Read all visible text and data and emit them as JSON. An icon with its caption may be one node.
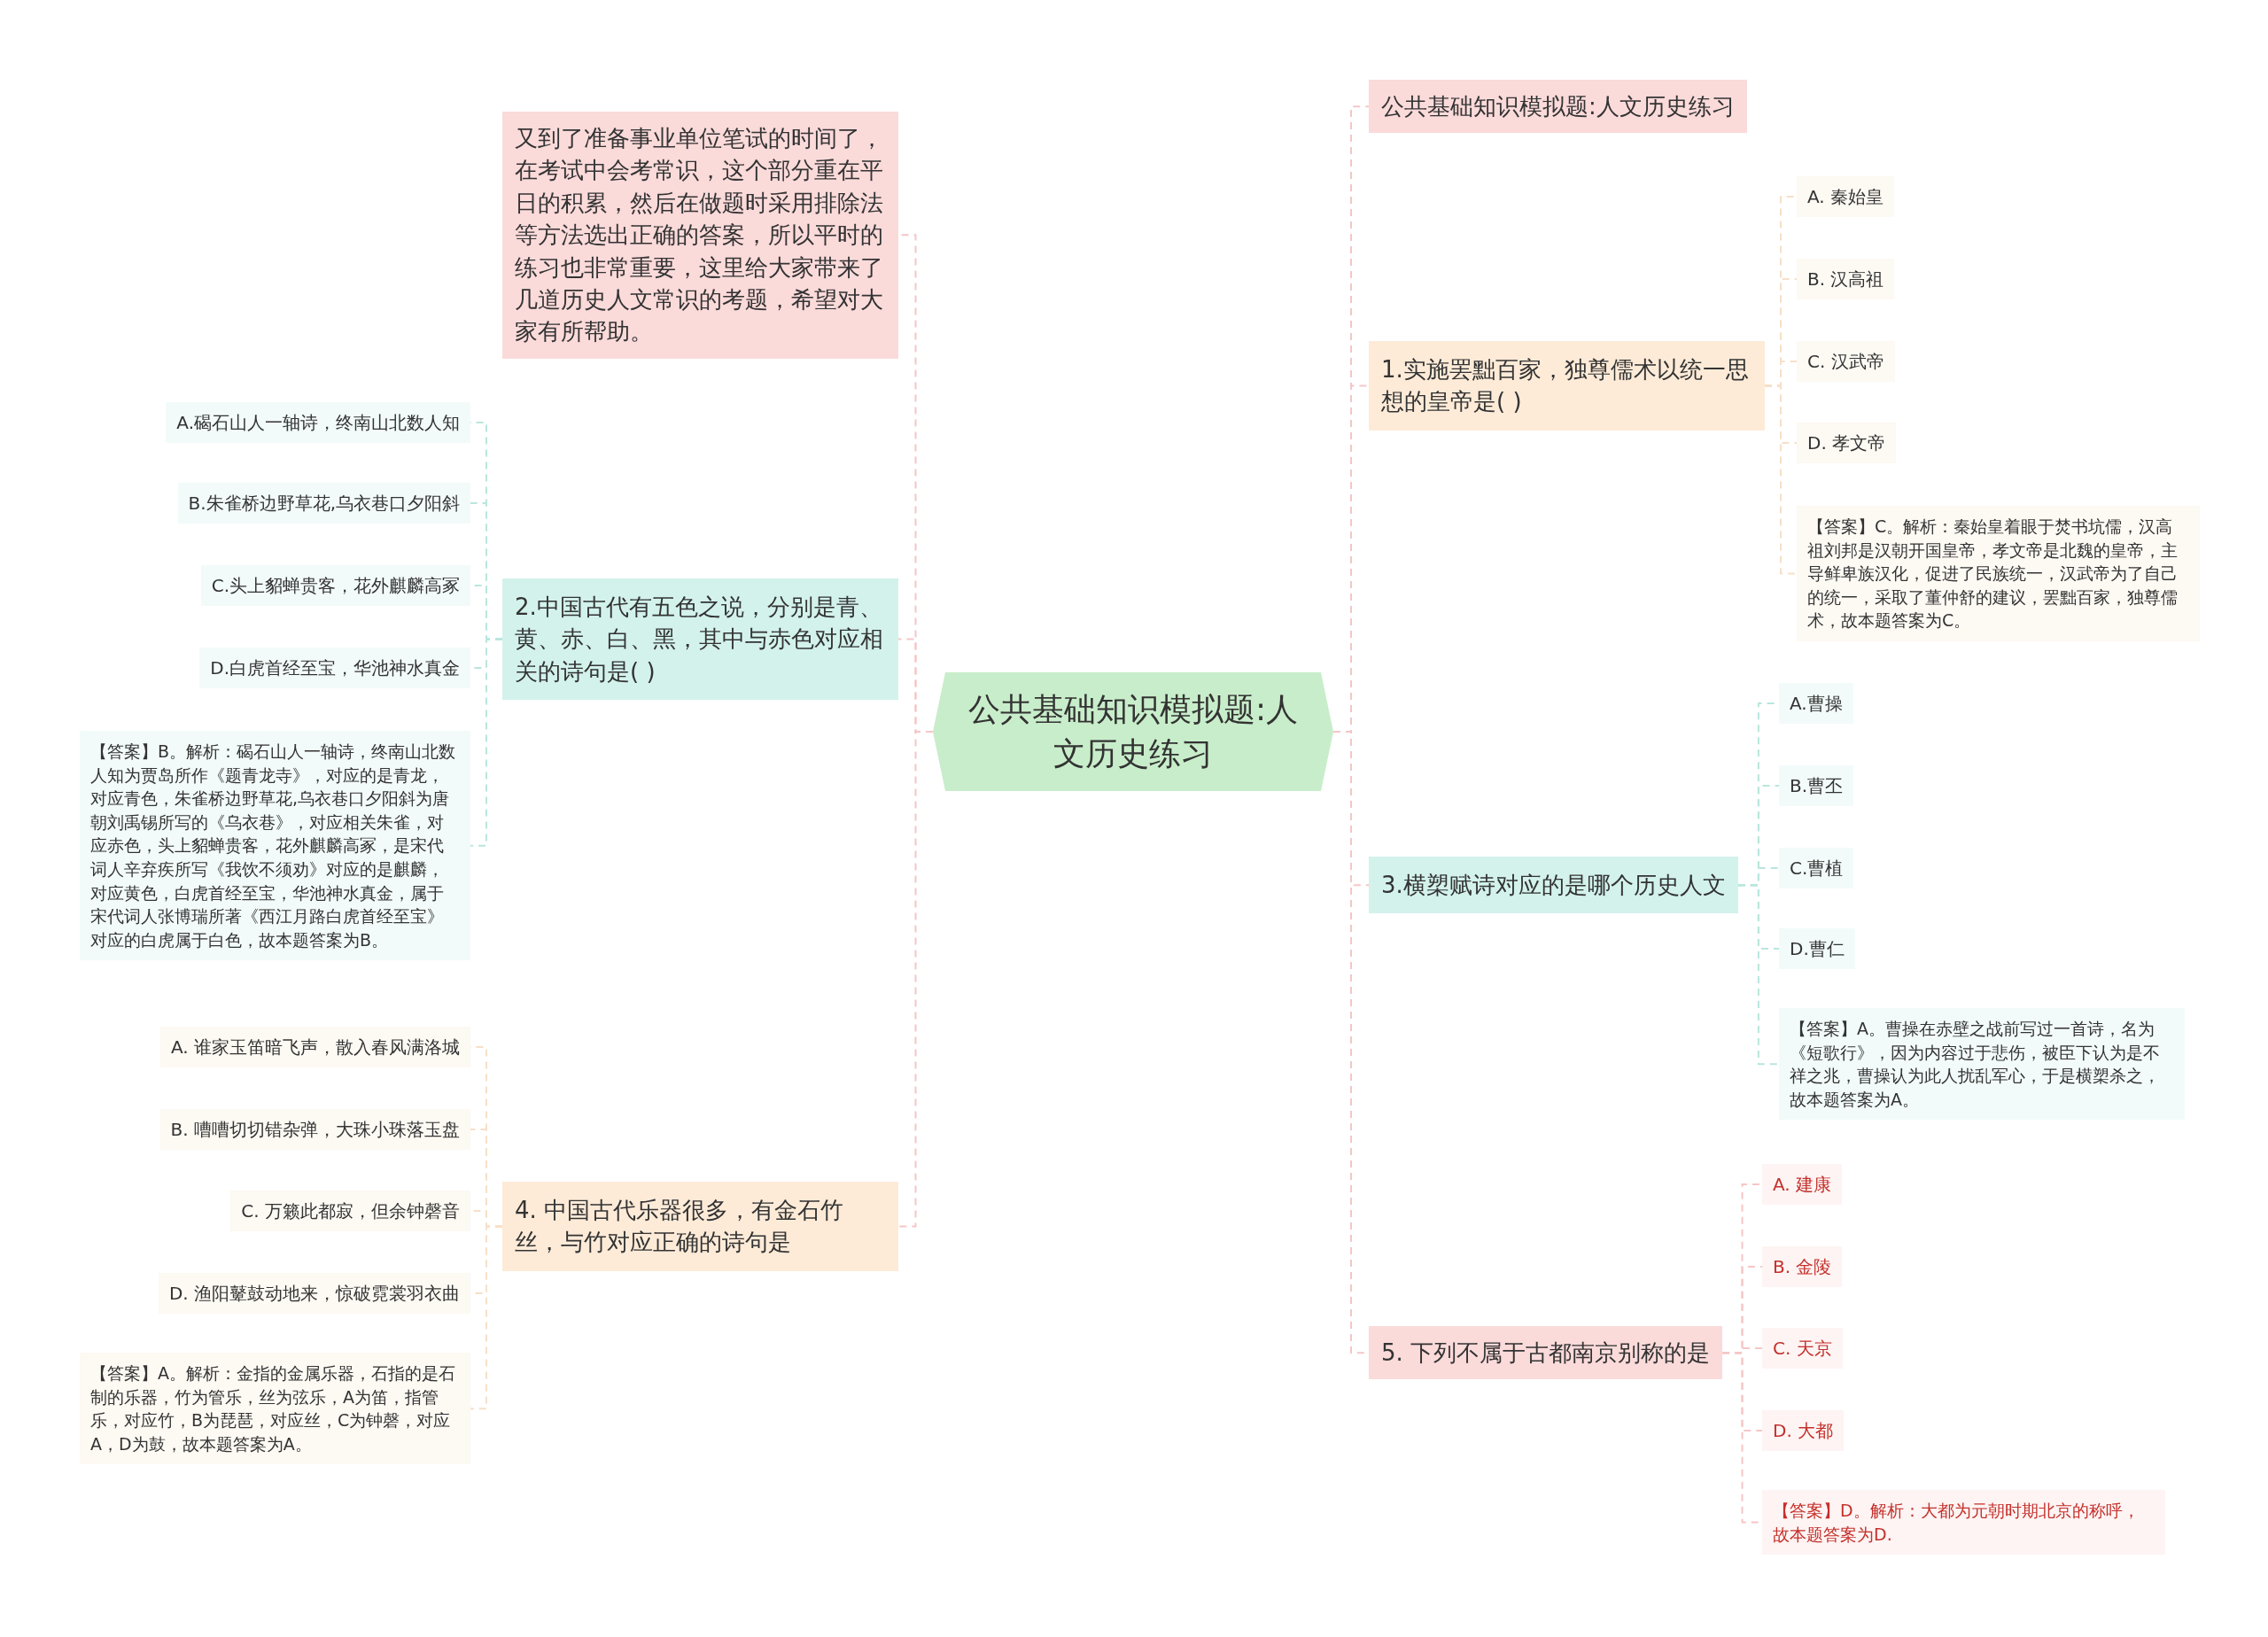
{
  "diagram": {
    "nodes": [
      {
        "text": [
          "公共基础知识模拟题:人文历史练习"
        ]
      },
      {
        "text": [
          "又到了准备事业单位笔试的时间了，在考试中会考常识，这个部分重在平日的积累，然后在做题时采用排除法等方法选出正确的答案，所以平时的练习也非常重要，这里给大家带来了几道历史人文常识的考题，希望对大家有所帮助。"
        ]
      },
      {
        "text": [
          "2.中国古代有五色之说，分别是青、黄、赤、白、黑，其中与赤色对应相关的诗句是( )"
        ]
      },
      {
        "text": [
          "A.碣石山人一轴诗，终南山北数人知"
        ]
      },
      {
        "text": [
          "B.朱雀桥边野草花,乌衣巷口夕阳斜"
        ]
      },
      {
        "text": [
          "C.头上貂蝉贵客，花外麒麟高冢"
        ]
      },
      {
        "text": [
          "D.白虎首经至宝，华池神水真金"
        ]
      },
      {
        "text": [
          "【答案】B。解析：碣石山人一轴诗，终南山北数人知为贾岛所作《题青龙寺》，对应的是青龙，对应青色，朱雀桥边野草花,乌衣巷口夕阳斜为唐朝刘禹锡所写的《乌衣巷》，对应相关朱雀，对应赤色，头上貂蝉贵客，花外麒麟高冢，是宋代词人辛弃疾所写《我饮不须劝》对应的是麒麟，对应黄色，白虎首经至宝，华池神水真金，属于宋代词人张博瑞所著《西江月路白虎首经至宝》对应的白虎属于白色，故本题答案为B。"
        ]
      },
      {
        "text": [
          "4. 中国古代乐器很多，有金石竹丝，与竹对应正确的诗句是"
        ]
      },
      {
        "text": [
          "A. 谁家玉笛暗飞声，散入春风满洛城"
        ]
      },
      {
        "text": [
          "B. 嘈嘈切切错杂弹，大珠小珠落玉盘"
        ]
      },
      {
        "text": [
          "C. 万籁此都寂，但余钟磬音"
        ]
      },
      {
        "text": [
          "D. 渔阳鼙鼓动地来，惊破霓裳羽衣曲"
        ]
      },
      {
        "text": [
          "【答案】A。解析：金指的金属乐器，石指的是石制的乐器，竹为管乐，丝为弦乐，A为笛，指管乐，对应竹，B为琵琶，对应丝，C为钟磬，对应A，D为鼓，故本题答案为A。"
        ]
      },
      {
        "text": [
          "公共基础知识模拟题:人文历史练习"
        ]
      },
      {
        "text": [
          "1.实施罢黜百家，独尊儒术以统一思想的皇帝是( )"
        ]
      },
      {
        "text": [
          "A. 秦始皇"
        ]
      },
      {
        "text": [
          "B. 汉高祖"
        ]
      },
      {
        "text": [
          "C. 汉武帝"
        ]
      },
      {
        "text": [
          "D. 孝文帝"
        ]
      },
      {
        "text": [
          "【答案】C。解析：秦始皇着眼于焚书坑儒，汉高祖刘邦是汉朝开国皇帝，孝文帝是北魏的皇帝，主导鲜卑族汉化，促进了民族统一，汉武帝为了自己的统一，采取了董仲舒的建议，罢黜百家，独尊儒术，故本题答案为C。"
        ]
      },
      {
        "text": [
          "3.横槊赋诗对应的是哪个历史人文"
        ]
      },
      {
        "text": [
          "A.曹操"
        ]
      },
      {
        "text": [
          "B.曹丕"
        ]
      },
      {
        "text": [
          "C.曹植"
        ]
      },
      {
        "text": [
          "D.曹仁"
        ]
      },
      {
        "text": [
          "【答案】A。曹操在赤壁之战前写过一首诗，名为《短歌行》，因为内容过于悲伤，被臣下认为是不祥之兆，曹操认为此人扰乱军心，于是横槊杀之，故本题答案为A。"
        ]
      },
      {
        "text": [
          "5. 下列不属于古都南京别称的是"
        ]
      },
      {
        "text": [
          "A. 建康"
        ]
      },
      {
        "text": [
          "B. 金陵"
        ]
      },
      {
        "text": [
          "C. 天京"
        ]
      },
      {
        "text": [
          "D. 大都"
        ]
      },
      {
        "text": [
          "【答案】D。解析：大都为元朝时期北京的称呼，故本题答案为D."
        ]
      }
    ],
    "edges": [
      {
        "from": 0,
        "to": 1,
        "arrow": "none",
        "color": "#f5c6c6"
      },
      {
        "from": 0,
        "to": 2,
        "arrow": "none",
        "color": "#f5c6c6"
      },
      {
        "from": 0,
        "to": 8,
        "arrow": "none",
        "color": "#f5c6c6"
      },
      {
        "from": 0,
        "to": 14,
        "arrow": "none",
        "color": "#f5c6c6"
      },
      {
        "from": 0,
        "to": 15,
        "arrow": "none",
        "color": "#f5c6c6"
      },
      {
        "from": 0,
        "to": 21,
        "arrow": "none",
        "color": "#f5c6c6"
      },
      {
        "from": 0,
        "to": 27,
        "arrow": "none",
        "color": "#f5c6c6"
      },
      {
        "from": 2,
        "to": 3,
        "arrow": "none",
        "color": "#b9e6dd"
      },
      {
        "from": 2,
        "to": 4,
        "arrow": "none",
        "color": "#b9e6dd"
      },
      {
        "from": 2,
        "to": 5,
        "arrow": "none",
        "color": "#b9e6dd"
      },
      {
        "from": 2,
        "to": 6,
        "arrow": "none",
        "color": "#b9e6dd"
      },
      {
        "from": 2,
        "to": 7,
        "arrow": "none",
        "color": "#b9e6dd"
      },
      {
        "from": 8,
        "to": 9,
        "arrow": "none",
        "color": "#f6e0c8"
      },
      {
        "from": 8,
        "to": 10,
        "arrow": "none",
        "color": "#f6e0c8"
      },
      {
        "from": 8,
        "to": 11,
        "arrow": "none",
        "color": "#f6e0c8"
      },
      {
        "from": 8,
        "to": 12,
        "arrow": "none",
        "color": "#f6e0c8"
      },
      {
        "from": 8,
        "to": 13,
        "arrow": "none",
        "color": "#f6e0c8"
      },
      {
        "from": 15,
        "to": 16,
        "arrow": "none",
        "color": "#f6e0c8"
      },
      {
        "from": 15,
        "to": 17,
        "arrow": "none",
        "color": "#f6e0c8"
      },
      {
        "from": 15,
        "to": 18,
        "arrow": "none",
        "color": "#f6e0c8"
      },
      {
        "from": 15,
        "to": 19,
        "arrow": "none",
        "color": "#f6e0c8"
      },
      {
        "from": 15,
        "to": 20,
        "arrow": "none",
        "color": "#f6e0c8"
      },
      {
        "from": 21,
        "to": 22,
        "arrow": "none",
        "color": "#b9e6dd"
      },
      {
        "from": 21,
        "to": 23,
        "arrow": "none",
        "color": "#b9e6dd"
      },
      {
        "from": 21,
        "to": 24,
        "arrow": "none",
        "color": "#b9e6dd"
      },
      {
        "from": 21,
        "to": 25,
        "arrow": "none",
        "color": "#b9e6dd"
      },
      {
        "from": 21,
        "to": 26,
        "arrow": "none",
        "color": "#b9e6dd"
      },
      {
        "from": 27,
        "to": 28,
        "arrow": "none",
        "color": "#f5c6c6"
      },
      {
        "from": 27,
        "to": 29,
        "arrow": "none",
        "color": "#f5c6c6"
      },
      {
        "from": 27,
        "to": 30,
        "arrow": "none",
        "color": "#f5c6c6"
      },
      {
        "from": 27,
        "to": 31,
        "arrow": "none",
        "color": "#f5c6c6"
      },
      {
        "from": 27,
        "to": 32,
        "arrow": "none",
        "color": "#f5c6c6"
      }
    ]
  }
}
